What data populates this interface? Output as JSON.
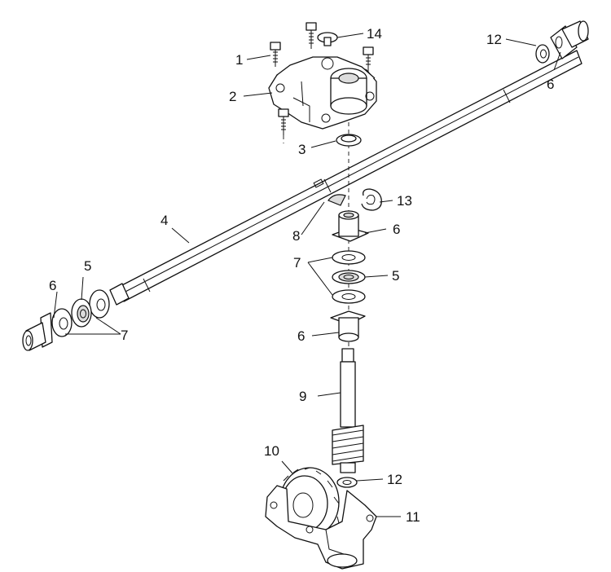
{
  "callouts": {
    "c1": "1",
    "c2": "2",
    "c3": "3",
    "c4": "4",
    "c5a": "5",
    "c5b": "5",
    "c6a": "6",
    "c6b": "6",
    "c6c": "6",
    "c6d": "6",
    "c7a": "7",
    "c7b": "7",
    "c8": "8",
    "c9": "9",
    "c10": "10",
    "c11": "11",
    "c12a": "12",
    "c12b": "12",
    "c13": "13",
    "c14": "14"
  },
  "colors": {
    "line": "#111111",
    "background": "#ffffff",
    "shade": "#dcdcdc"
  }
}
